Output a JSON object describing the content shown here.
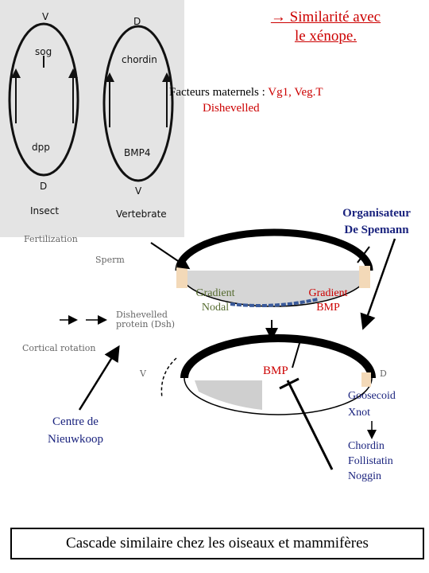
{
  "photo": {
    "v_top": "V",
    "d_top": "D",
    "sog": "sog",
    "dpp": "dpp",
    "chordin": "chordin",
    "bmp4": "BMP4",
    "d_bottom": "D",
    "v_bottom": "V",
    "insect": "Insect",
    "vertebrate": "Vertebrate"
  },
  "title": {
    "line1": "→ Similarité avec",
    "line2": "le xénope."
  },
  "factors": {
    "label": "Facteurs maternels :",
    "values": "Vg1, Veg.T",
    "dishevelled": "Dishevelled"
  },
  "organisateur": {
    "line1": "Organisateur",
    "line2": "De Spemann"
  },
  "embryo_labels": {
    "fertilization": "Fertilization",
    "sperm": "Sperm",
    "dishevelled_protein_1": "Dishevelled",
    "dishevelled_protein_2": "protein (Dsh)",
    "cortical_rotation": "Cortical rotation",
    "v": "V",
    "d": "D"
  },
  "gradient_nodal": {
    "line1": "Gradient",
    "line2": "Nodal"
  },
  "gradient_bmp": {
    "line1": "Gradient",
    "line2": "BMP"
  },
  "bmp": "BMP",
  "nieuwkoop": {
    "line1": "Centre de",
    "line2": "Nieuwkoop"
  },
  "goosecoid": {
    "line1": "Goosecoid",
    "line2": "Xnot"
  },
  "chordin_list": {
    "line1": "Chordin",
    "line2": "Follistatin",
    "line3": "Noggin"
  },
  "footer": "Cascade similaire chez les oiseaux et mammifères",
  "colors": {
    "red": "#cc0000",
    "navy": "#1a237e",
    "olive": "#556b2f"
  }
}
